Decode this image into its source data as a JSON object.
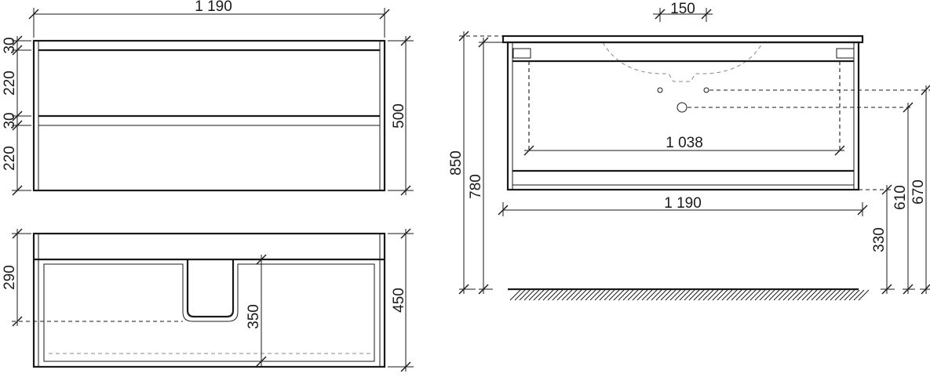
{
  "labels": {
    "front_width": "1 190",
    "front_top_gap": "30",
    "front_drawer1": "220",
    "front_middle_gap": "30",
    "front_drawer2": "220",
    "front_height": "500",
    "top_depth_to_cutout": "290",
    "top_cutout_depth": "350",
    "top_depth": "450",
    "side_hole_spacing": "150",
    "side_total_height": "850",
    "side_mount_height": "780",
    "side_inner_width": "1 038",
    "side_width": "1 190",
    "side_height_670": "670",
    "side_height_610": "610",
    "side_height_330": "330"
  }
}
